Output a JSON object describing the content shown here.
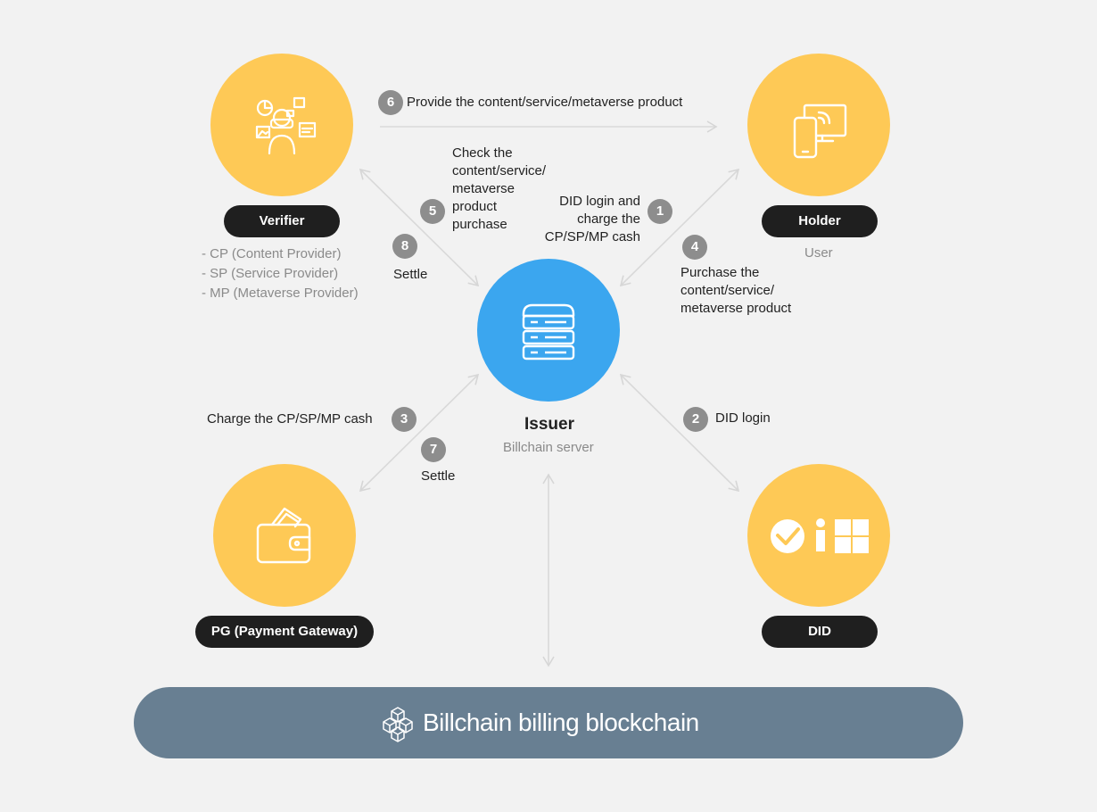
{
  "nodes": {
    "verifier": {
      "label": "Verifier",
      "notes": [
        "- CP (Content Provider)",
        "- SP (Service Provider)",
        "- MP (Metaverse Provider)"
      ],
      "icon": "user-vr-icon"
    },
    "holder": {
      "label": "Holder",
      "sub": "User",
      "icon": "devices-icon"
    },
    "issuer": {
      "label": "Issuer",
      "sub": "Billchain server",
      "icon": "server-icon"
    },
    "pg": {
      "label": "PG (Payment Gateway)",
      "icon": "wallet-icon"
    },
    "did": {
      "label": "DID",
      "icon": "did-logo-icon"
    }
  },
  "steps": [
    {
      "num": "1",
      "text": [
        "DID login and",
        "charge the",
        "CP/SP/MP cash"
      ]
    },
    {
      "num": "2",
      "text": [
        "DID login"
      ]
    },
    {
      "num": "3",
      "text": [
        "Charge the CP/SP/MP cash"
      ]
    },
    {
      "num": "4",
      "text": [
        "Purchase the",
        "content/service/",
        "metaverse product"
      ]
    },
    {
      "num": "5",
      "text": [
        "Check the",
        "content/service/",
        "metaverse",
        "product",
        "purchase"
      ]
    },
    {
      "num": "6",
      "text": [
        "Provide the content/service/metaverse product"
      ]
    },
    {
      "num": "7",
      "text": [
        "Settle"
      ]
    },
    {
      "num": "8",
      "text": [
        "Settle"
      ]
    }
  ],
  "footer": {
    "label": "Billchain billing blockchain",
    "icon": "blockchain-icon"
  },
  "colors": {
    "node": "#fec956",
    "issuer": "#3ba6ef",
    "pill": "#1f1f1f",
    "bar": "#687f92",
    "badge": "#8d8d8d",
    "arrow": "#d9d9d9"
  }
}
